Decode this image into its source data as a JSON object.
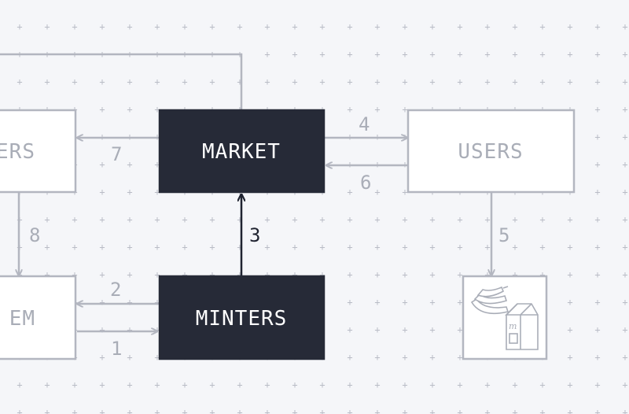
{
  "nodes": {
    "market": "MARKET",
    "users": "USERS",
    "minters": "MINTERS",
    "left_top": "ERS",
    "left_bottom": "EM"
  },
  "edges": {
    "e1": "1",
    "e2": "2",
    "e3": "3",
    "e4": "4",
    "e5": "5",
    "e6": "6",
    "e7": "7",
    "e8": "8"
  },
  "icons": {
    "goods": "bananas-and-milk-carton-icon"
  },
  "colors": {
    "background": "#f5f6f9",
    "dark_box": "#262a37",
    "light_stroke": "#b3b6c0",
    "light_text": "#a9adb7"
  }
}
